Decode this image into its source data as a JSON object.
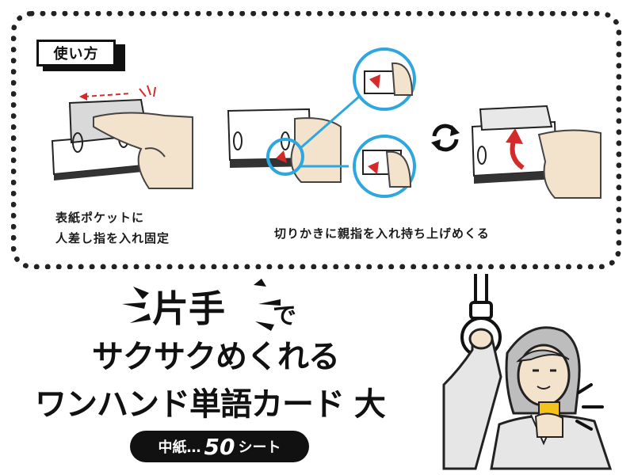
{
  "howto": {
    "badge": "使い方",
    "caption_left_line1": "表紙ポケットに",
    "caption_left_line2": "人差し指を入れ固定",
    "caption_right": "切りかきに親指を入れ持ち上げめくる"
  },
  "headline": {
    "emph": "片手",
    "de": "で",
    "line2": "サクサクめくれる",
    "line3": "ワンハンド単語カード 大"
  },
  "pill": {
    "prefix": "中紙…",
    "count": "50",
    "suffix": "シート"
  },
  "colors": {
    "accent_red": "#d42a2a",
    "circle_blue": "#2ea7e0",
    "skin": "#f3e2cc",
    "card_yellow": "#f4c21b"
  }
}
